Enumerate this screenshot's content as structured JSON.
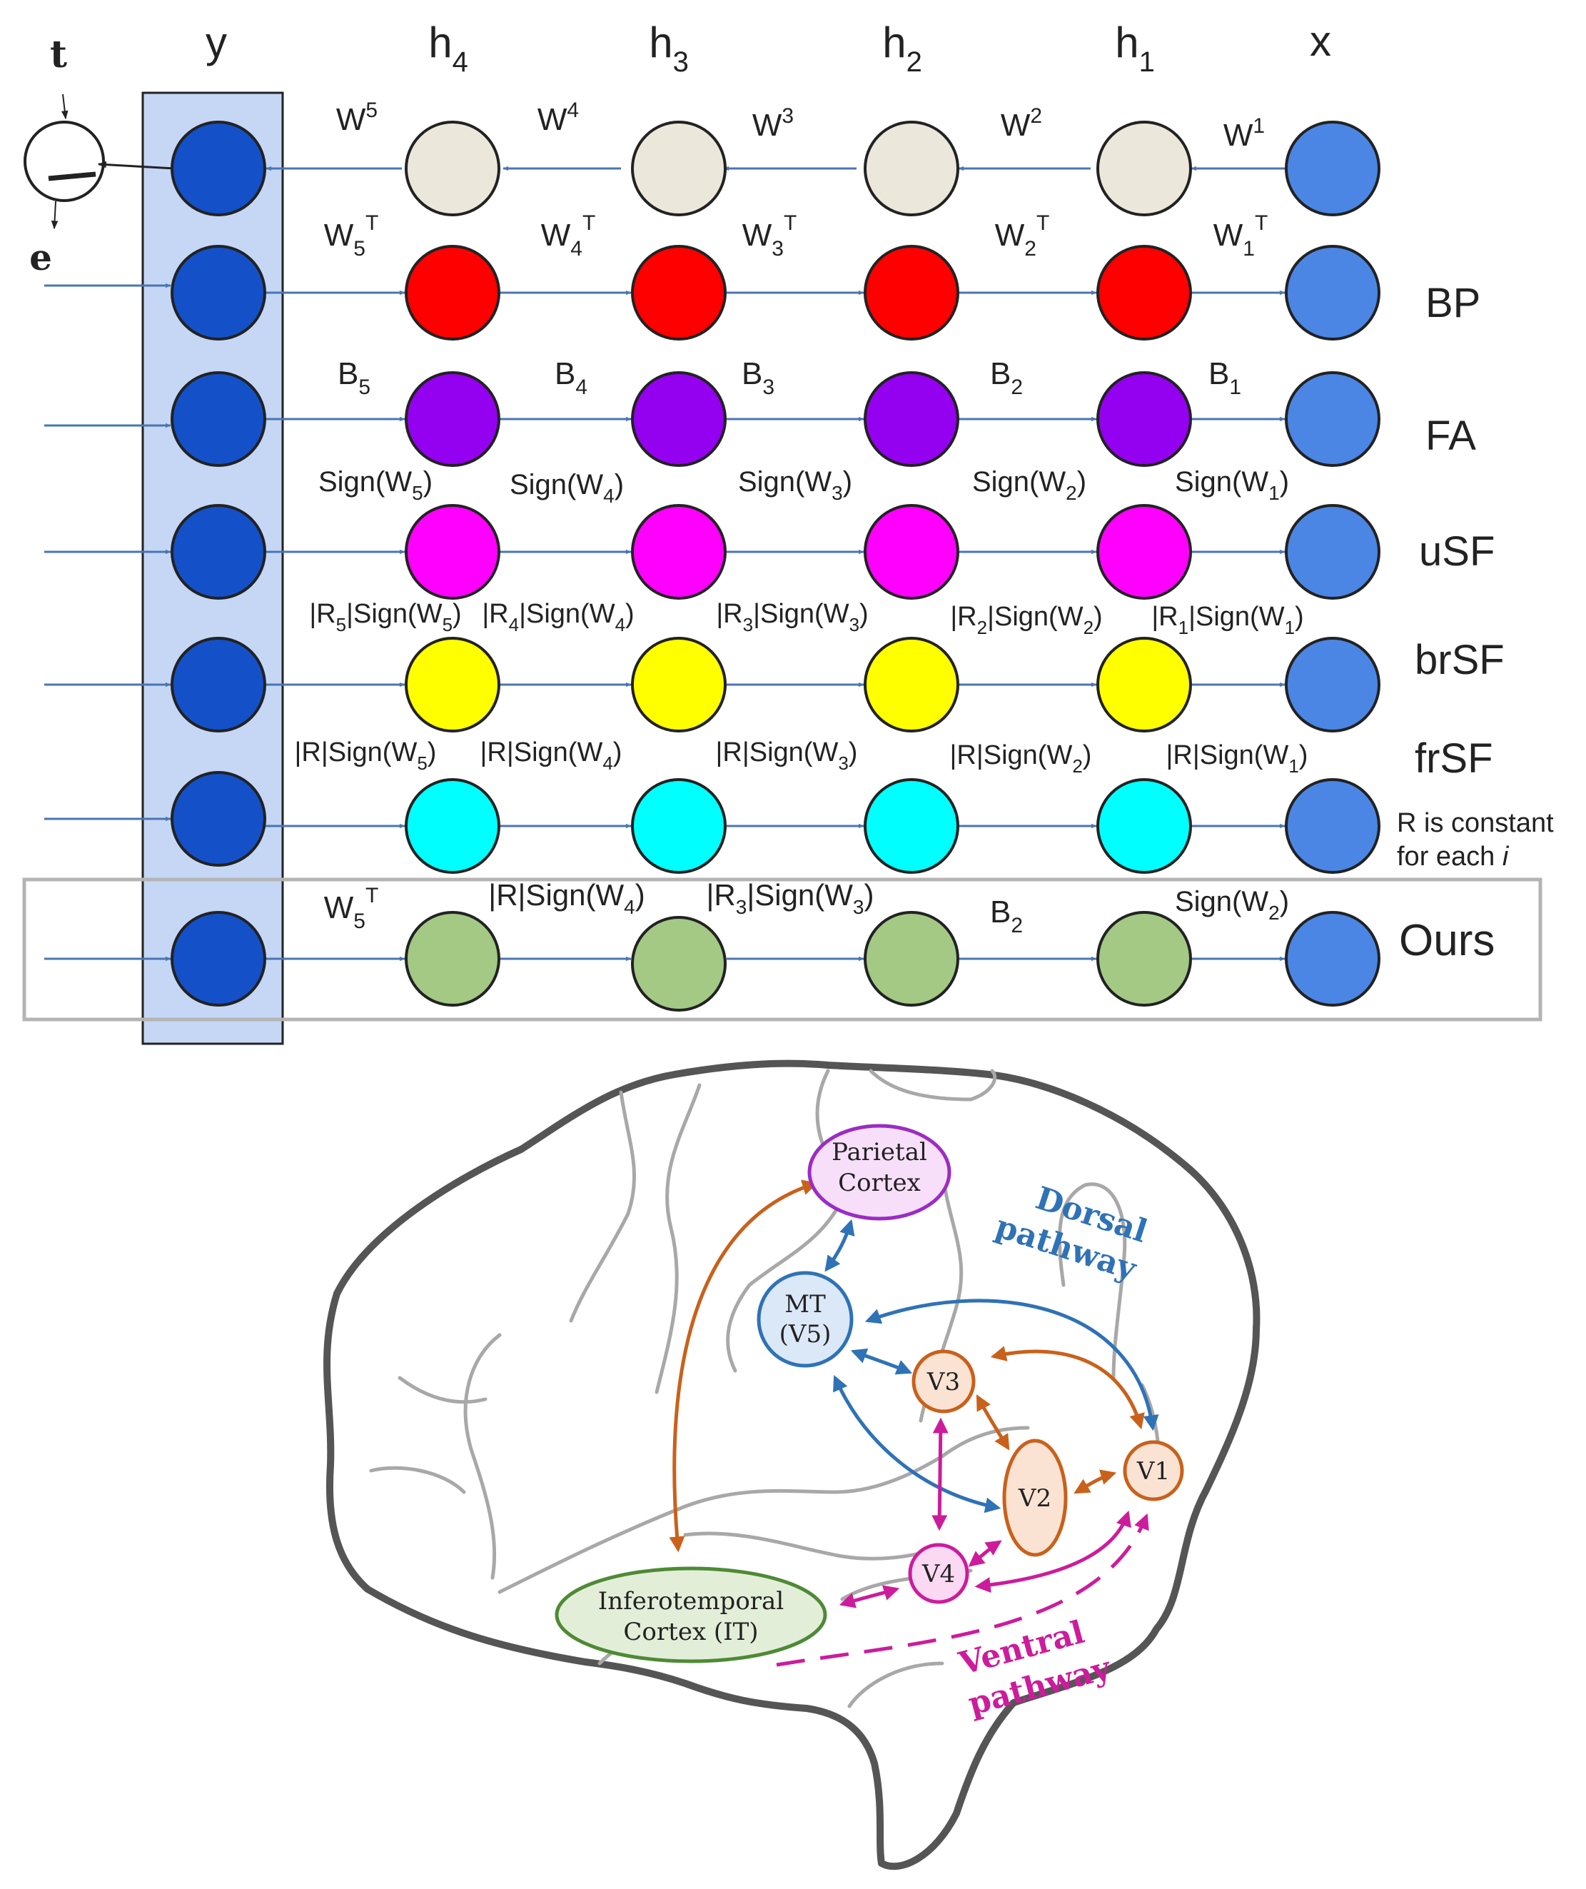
{
  "network": {
    "columns": {
      "y": "y",
      "h4": {
        "base": "h",
        "sub": "4"
      },
      "h3": {
        "base": "h",
        "sub": "3"
      },
      "h2": {
        "base": "h",
        "sub": "2"
      },
      "h1": {
        "base": "h",
        "sub": "1"
      },
      "x": "x"
    },
    "target_label": "t",
    "error_label": "e",
    "row_labels": {
      "bp": "BP",
      "fa": "FA",
      "usf": "uSF",
      "brsf": "brSF",
      "frsf": "frSF",
      "ours": "Ours"
    },
    "r_note": {
      "line1": "R is constant",
      "line2_prefix": "for each ",
      "line2_var": "i"
    },
    "colors": {
      "y": "#1450c8",
      "x": "#4b86e4",
      "forward": "#ebe8db",
      "bp": "#ff0000",
      "fa": "#9400f0",
      "usf": "#ff00ff",
      "brsf": "#ffff00",
      "frsf": "#00ffff",
      "ours": "#a3c985",
      "panel": "#c5d7f5",
      "arrow": "#4a75b3"
    }
  },
  "brain": {
    "regions": {
      "parietal": {
        "line1": "Parietal",
        "line2": "Cortex"
      },
      "mt": {
        "line1": "MT",
        "line2": "(V5)"
      },
      "v3": "V3",
      "v2": "V2",
      "v1": "V1",
      "v4": "V4",
      "it": {
        "line1": "Inferotemporal",
        "line2": "Cortex (IT)"
      }
    },
    "pathways": {
      "dorsal": {
        "line1": "Dorsal",
        "line2": "pathway"
      },
      "ventral": {
        "line1": "Ventral",
        "line2": "pathway"
      }
    },
    "colors": {
      "dorsal": "#2f72b6",
      "ventral": "#cc1c9c",
      "early": "#c9611b",
      "parietal_fill": "#f7dff9",
      "parietal_stroke": "#9b2cc4",
      "mt_fill": "#dbe8f7",
      "early_fill": "#fbe3d4",
      "v4_fill": "#fbd9f2",
      "it_fill": "#e3eed9",
      "it_stroke": "#4e8a35",
      "outline": "#555555",
      "sulci": "#a8a8a8"
    }
  }
}
